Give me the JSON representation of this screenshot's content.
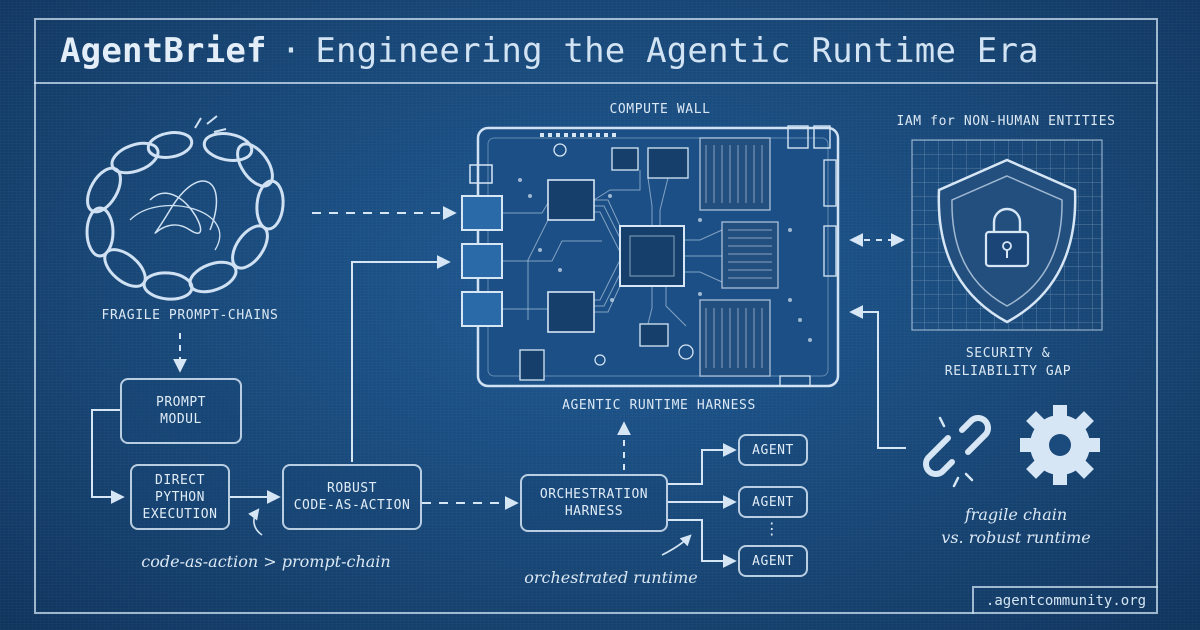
{
  "header": {
    "brand": "AgentBrief",
    "separator": "·",
    "title": "Engineering the Agentic Runtime Era"
  },
  "labels": {
    "compute_wall": "COMPUTE WALL",
    "iam": "IAM for NON-HUMAN ENTITIES",
    "fragile_chains": "FRAGILE PROMPT-CHAINS",
    "security_gap_line1": "SECURITY &",
    "security_gap_line2": "RELIABILITY GAP",
    "agentic_runtime": "AGENTIC RUNTIME HARNESS"
  },
  "boxes": {
    "prompt_modul": "PROMPT\nMODUL",
    "direct_python": "DIRECT\nPYTHON\nEXECUTION",
    "robust_code": "ROBUST\nCODE-AS-ACTION",
    "orchestration": "ORCHESTRATION\nHARNESS",
    "agents": [
      "AGENT",
      "AGENT",
      "AGENT"
    ],
    "agent_ellipsis": "⋮"
  },
  "annotations": {
    "code_vs_prompt": "code-as-action > prompt-chain",
    "orchestrated": "orchestrated runtime",
    "fragile_vs_robust_line1": "fragile chain",
    "fragile_vs_robust_line2": "vs. robust runtime"
  },
  "footer": {
    "url": ".agentcommunity.org"
  },
  "colors": {
    "background": "#1a4b7f",
    "line": "#d6e6f5"
  }
}
